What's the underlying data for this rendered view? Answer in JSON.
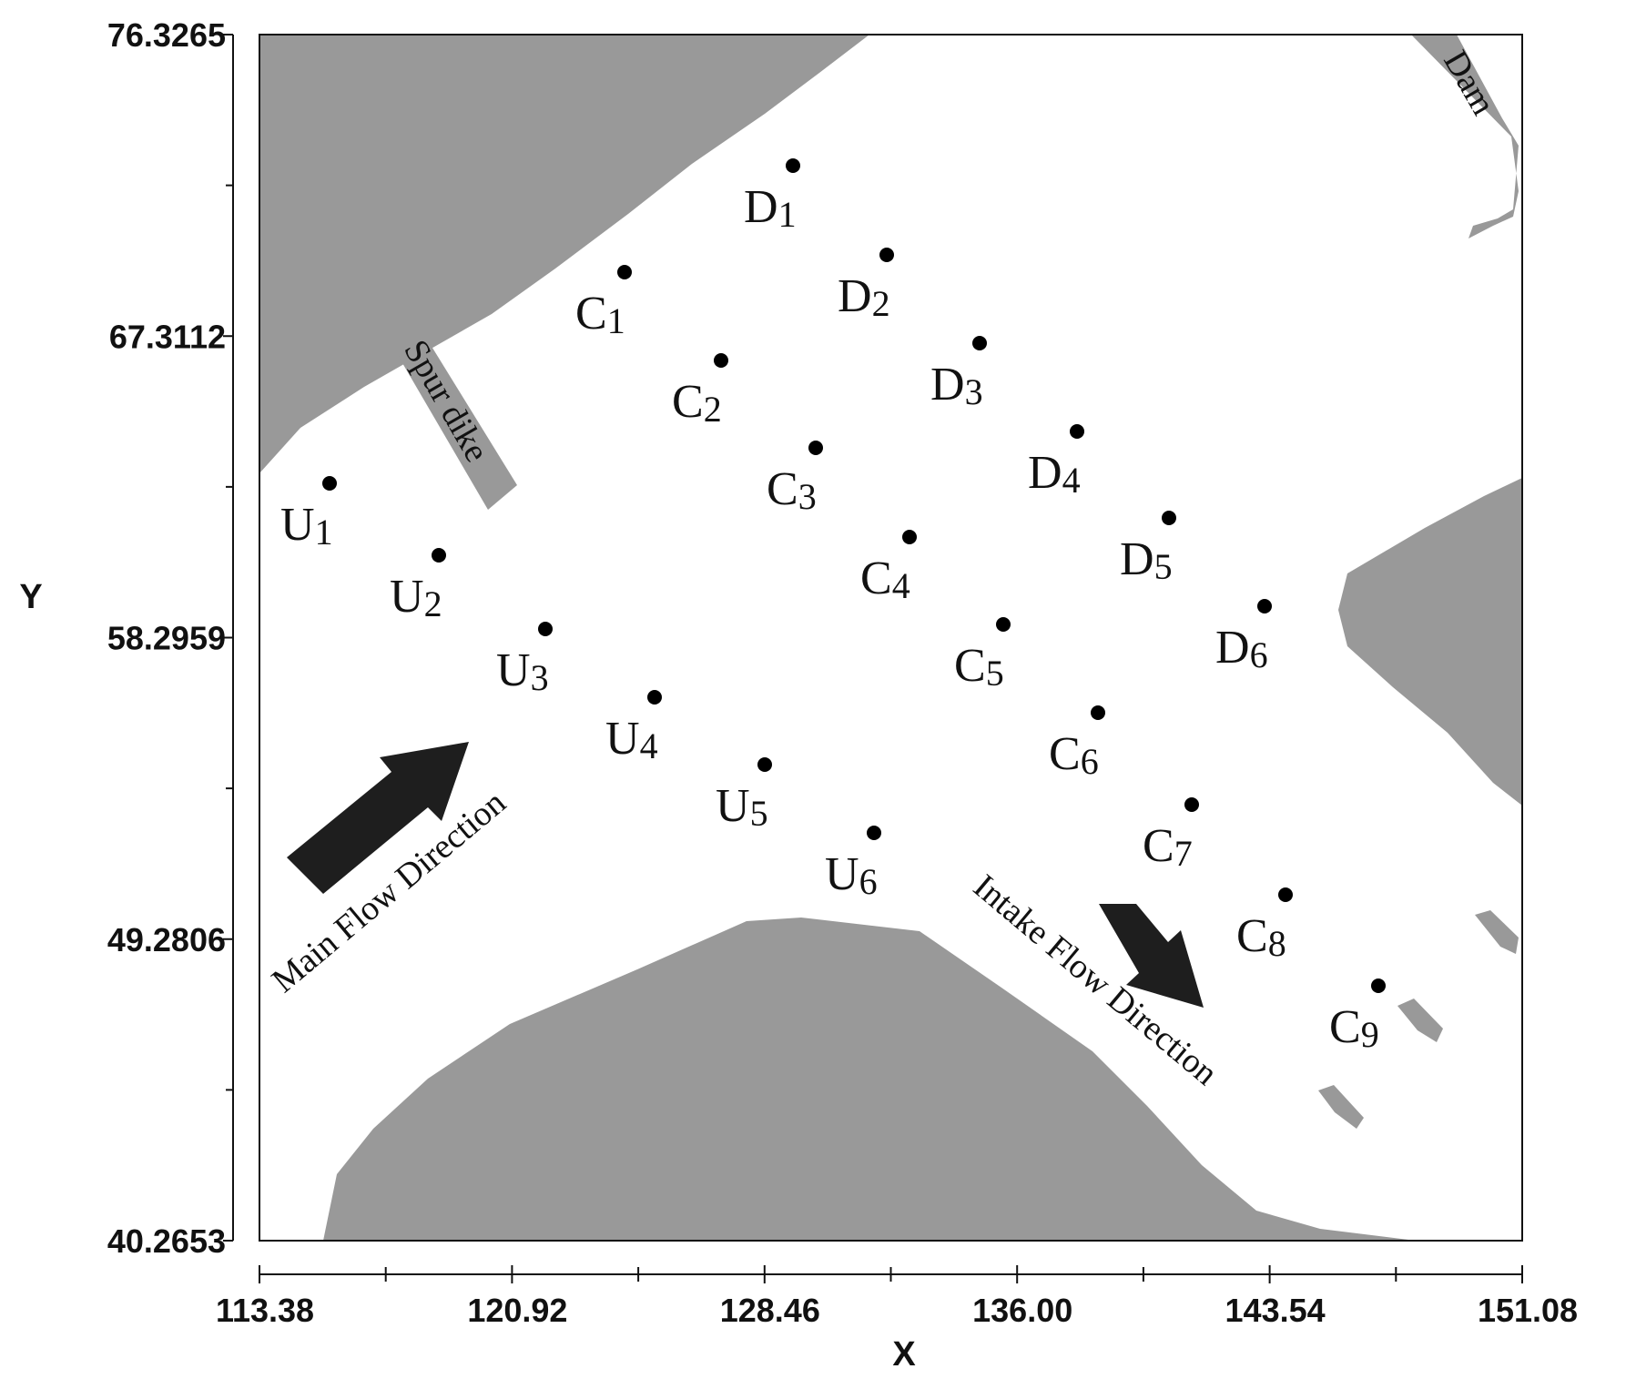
{
  "axes": {
    "x_title": "X",
    "y_title": "Y",
    "x_ticks": [
      "113.38",
      "120.92",
      "128.46",
      "136.00",
      "143.54",
      "151.08"
    ],
    "y_ticks": [
      "76.3265",
      "67.3112",
      "58.2959",
      "49.2806",
      "40.2653"
    ]
  },
  "colors": {
    "land": "#999999",
    "water": "#ffffff",
    "arrow": "#1e1e1e",
    "axis": "#111111"
  },
  "annotations": {
    "spur_dike": "Spur dike",
    "dam": "Dam",
    "main_flow": "Main Flow Direction",
    "intake_flow": "Intake Flow Direction"
  },
  "stations": [
    {
      "letter": "U",
      "index": "1"
    },
    {
      "letter": "U",
      "index": "2"
    },
    {
      "letter": "U",
      "index": "3"
    },
    {
      "letter": "U",
      "index": "4"
    },
    {
      "letter": "U",
      "index": "5"
    },
    {
      "letter": "U",
      "index": "6"
    },
    {
      "letter": "C",
      "index": "1"
    },
    {
      "letter": "C",
      "index": "2"
    },
    {
      "letter": "C",
      "index": "3"
    },
    {
      "letter": "C",
      "index": "4"
    },
    {
      "letter": "C",
      "index": "5"
    },
    {
      "letter": "C",
      "index": "6"
    },
    {
      "letter": "C",
      "index": "7"
    },
    {
      "letter": "C",
      "index": "8"
    },
    {
      "letter": "C",
      "index": "9"
    },
    {
      "letter": "D",
      "index": "1"
    },
    {
      "letter": "D",
      "index": "2"
    },
    {
      "letter": "D",
      "index": "3"
    },
    {
      "letter": "D",
      "index": "4"
    },
    {
      "letter": "D",
      "index": "5"
    },
    {
      "letter": "D",
      "index": "6"
    }
  ]
}
